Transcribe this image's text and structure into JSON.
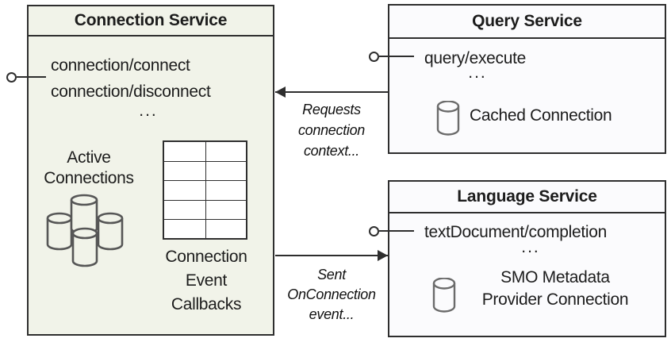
{
  "connection_service": {
    "title": "Connection Service",
    "methods": [
      "connection/connect",
      "connection/disconnect"
    ],
    "more": "...",
    "active_connections_lines": [
      "Active",
      "Connections"
    ],
    "callbacks_lines": [
      "Connection",
      "Event",
      "Callbacks"
    ]
  },
  "query_service": {
    "title": "Query Service",
    "methods": [
      "query/execute"
    ],
    "more": "...",
    "cache_label": "Cached Connection"
  },
  "language_service": {
    "title": "Language Service",
    "methods": [
      "textDocument/completion"
    ],
    "more": "...",
    "smo_lines": [
      "SMO Metadata",
      "Provider Connection"
    ]
  },
  "arrows": {
    "requests_label_lines": [
      "Requests",
      "connection",
      "context..."
    ],
    "sent_label_lines": [
      "Sent",
      "OnConnection",
      "event..."
    ]
  },
  "colors": {
    "connection_fill": "#f1f3e9",
    "service_fill": "#fbfbfd",
    "border": "#2e2e2e",
    "cluster_stroke": "#565656",
    "cylinder_stroke": "#6b6b6b"
  }
}
